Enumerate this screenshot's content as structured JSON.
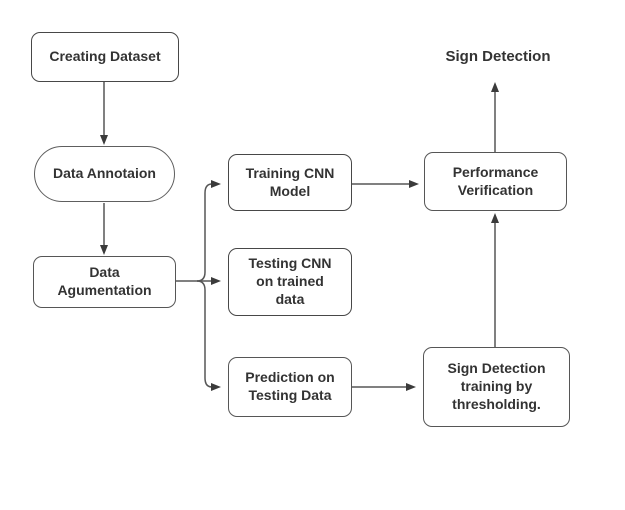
{
  "diagram": {
    "title_label": "Sign Detection",
    "colors": {
      "node_fill": "#ffffff",
      "node_border": "#474747",
      "text": "#333333",
      "connector": "#565656",
      "arrowhead": "#3b3b3b",
      "background": "#ffffff"
    },
    "nodes": [
      {
        "id": "creating-dataset",
        "shape": "rounded-rect",
        "label": "Creating Dataset"
      },
      {
        "id": "data-annotaion",
        "shape": "stadium",
        "label": "Data Annotaion"
      },
      {
        "id": "data-agumentation",
        "shape": "rounded-rect",
        "label": "Data\nAgumentation"
      },
      {
        "id": "training-cnn-model",
        "shape": "rounded-rect",
        "label": "Training CNN\nModel"
      },
      {
        "id": "testing-cnn-on-trained-data",
        "shape": "rounded-rect",
        "label": "Testing CNN\non trained\ndata"
      },
      {
        "id": "prediction-on-testing-data",
        "shape": "rounded-rect",
        "label": "Prediction on\nTesting Data"
      },
      {
        "id": "performance-verification",
        "shape": "rounded-rect",
        "label": "Performance\nVerification"
      },
      {
        "id": "sign-detection-training",
        "shape": "rounded-rect",
        "label": "Sign Detection\ntraining by\nthresholding."
      }
    ],
    "edges": [
      {
        "from": "creating-dataset",
        "to": "data-annotaion"
      },
      {
        "from": "data-annotaion",
        "to": "data-agumentation"
      },
      {
        "from": "data-agumentation",
        "to": "training-cnn-model"
      },
      {
        "from": "data-agumentation",
        "to": "testing-cnn-on-trained-data"
      },
      {
        "from": "data-agumentation",
        "to": "prediction-on-testing-data"
      },
      {
        "from": "training-cnn-model",
        "to": "performance-verification"
      },
      {
        "from": "prediction-on-testing-data",
        "to": "sign-detection-training"
      },
      {
        "from": "sign-detection-training",
        "to": "performance-verification"
      },
      {
        "from": "performance-verification",
        "to": "sign-detection-label"
      }
    ]
  }
}
